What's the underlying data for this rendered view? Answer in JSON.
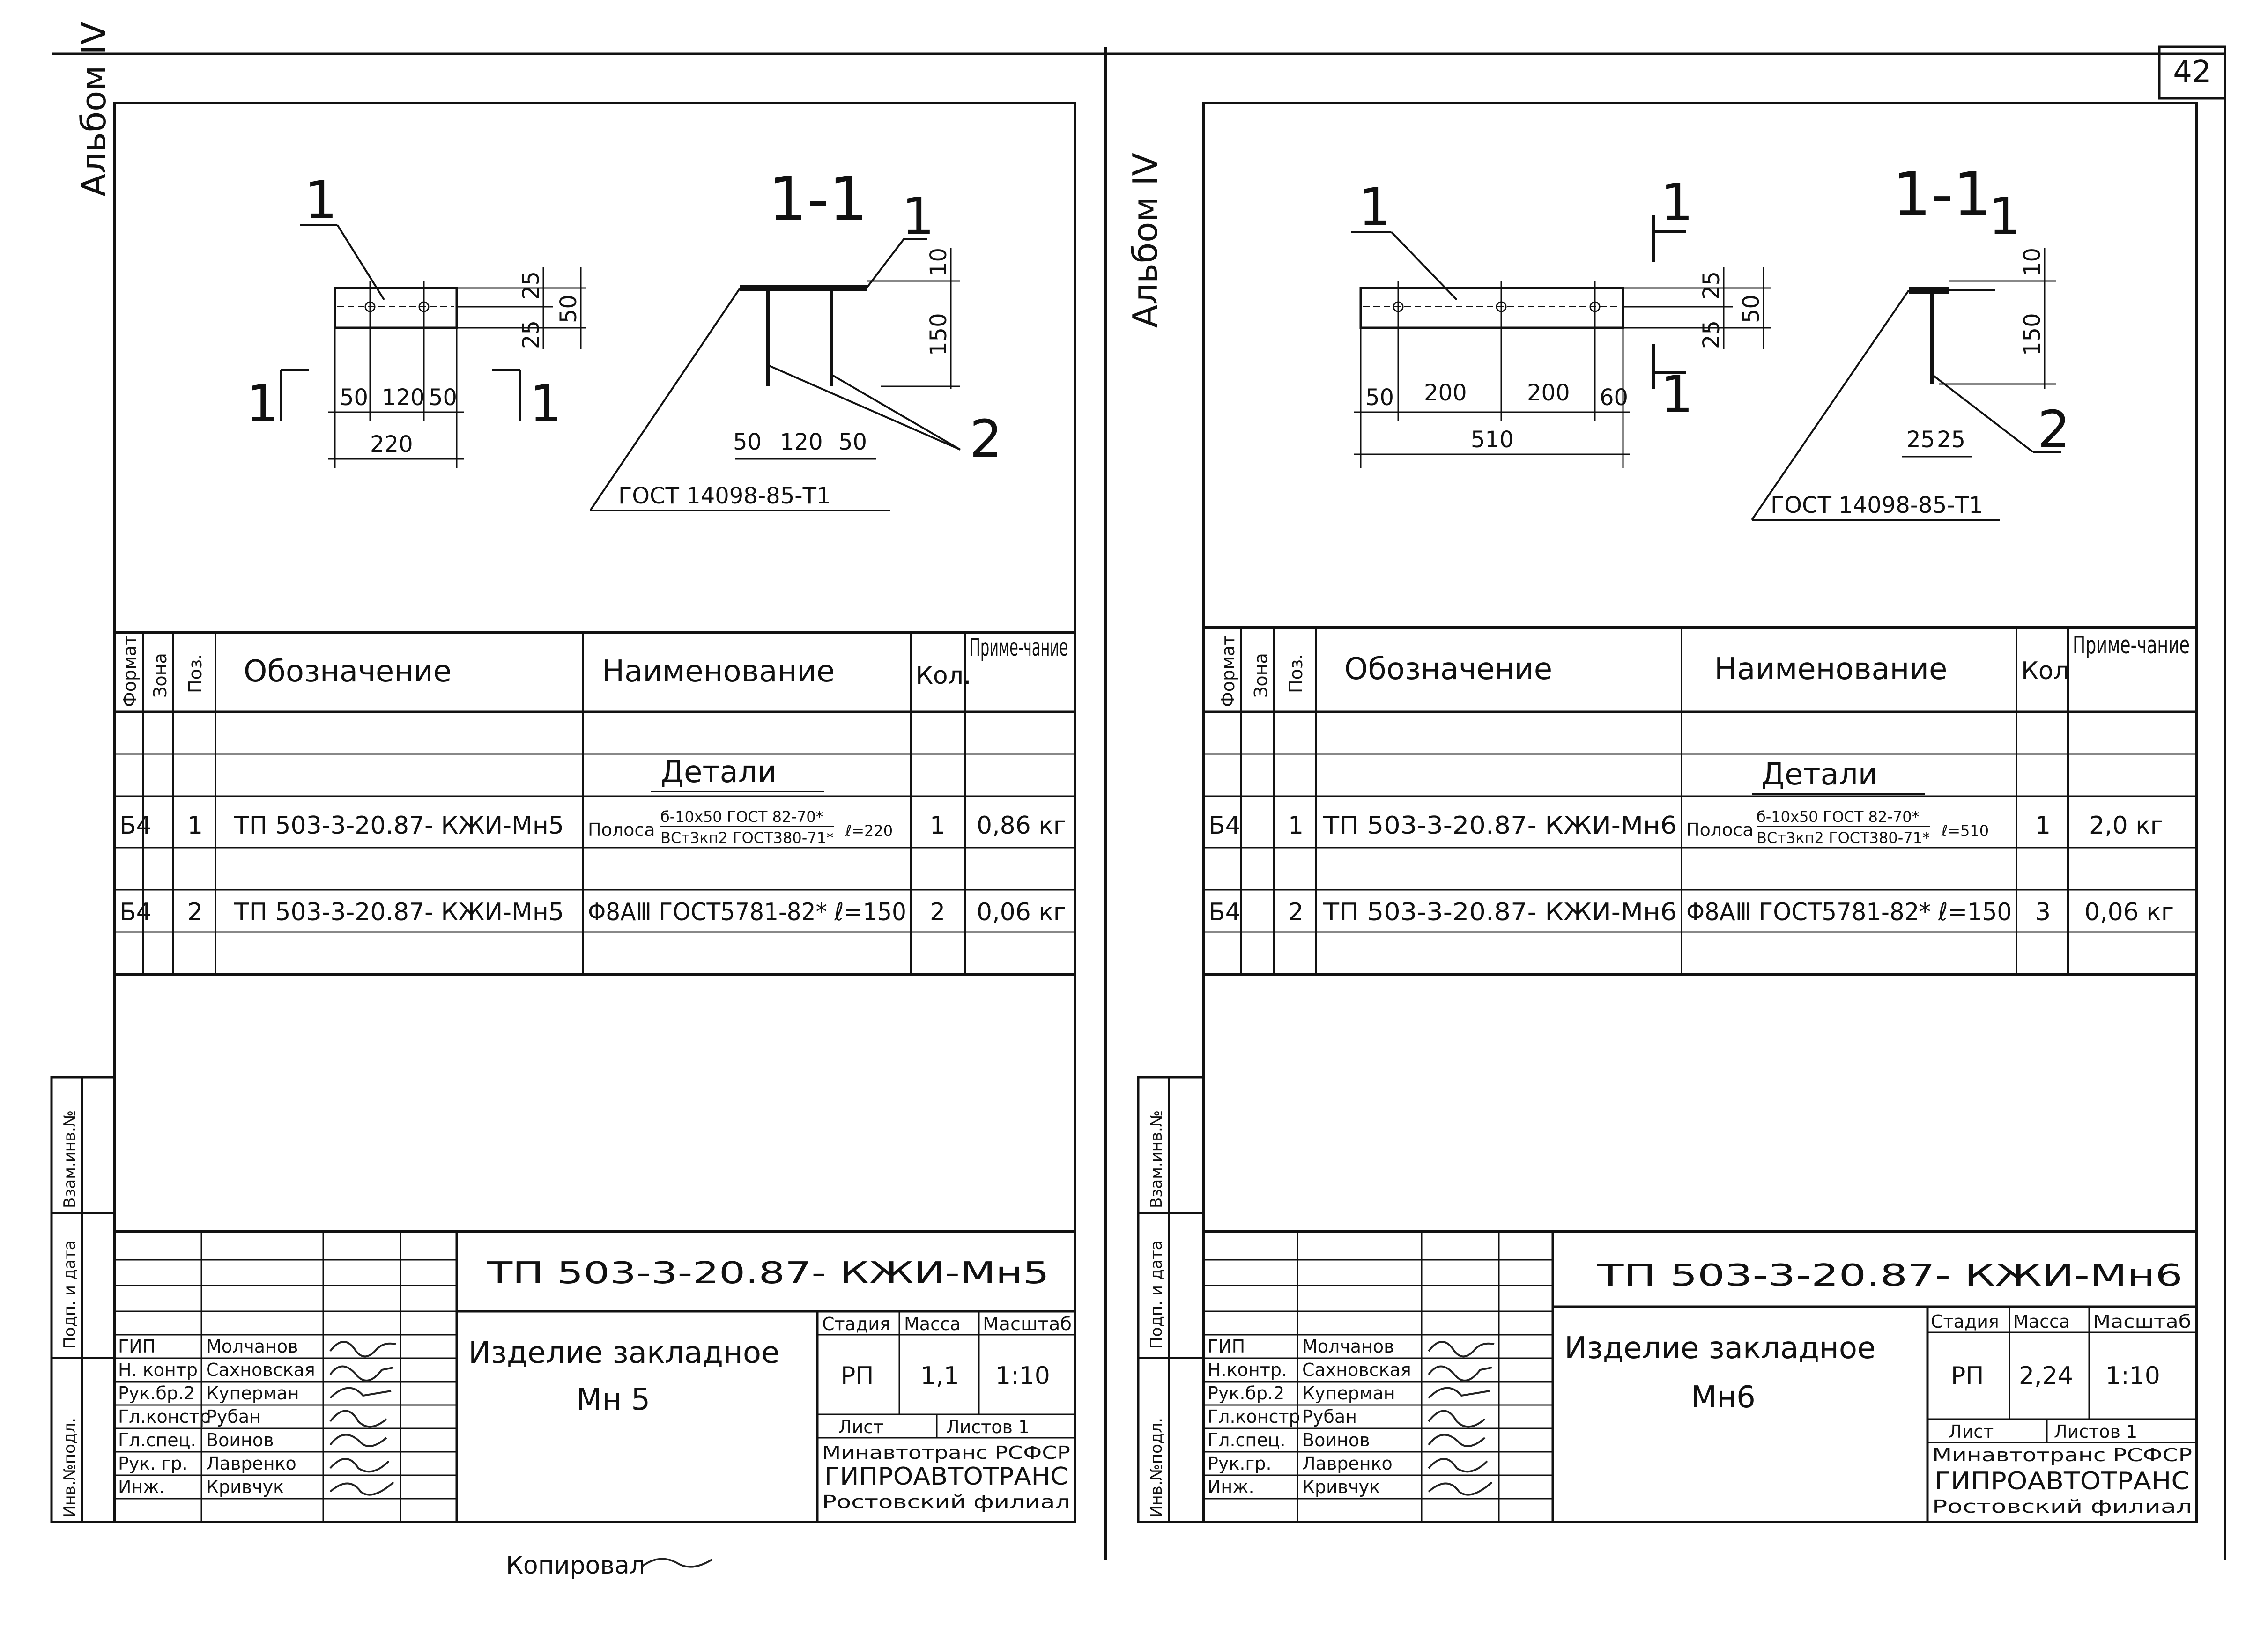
{
  "page_number": "42",
  "note_bottom": "Копировал",
  "sheets": [
    {
      "id": "mn5",
      "album": "Альбом IV",
      "section": "1-1",
      "position_labels": [
        "1",
        "2"
      ],
      "section_marks": [
        "1",
        "1"
      ],
      "dims_plan": {
        "h1": "25",
        "h2": "25",
        "h_total": "50",
        "a": "50",
        "b": "120",
        "c": "50",
        "total": "220"
      },
      "dims_section": {
        "top": "10",
        "height": "150",
        "a": "50",
        "b": "120",
        "c": "50"
      },
      "gost_note": "ГОСТ 14098-85-Т1",
      "spec_headers": {
        "format": "Формат",
        "zone": "Зона",
        "pos": "Поз.",
        "designation": "Обозначение",
        "name": "Наименование",
        "qty": "Кол.",
        "note": "Приме-чание"
      },
      "spec_section": "Детали",
      "rows": [
        {
          "format": "Б4",
          "pos": "1",
          "designation": "ТП 503-3-20.87- КЖИ-Мн5",
          "name_prefix": "Полоса",
          "name_top": "б-10х50 ГОСТ 82-70*",
          "name_bottom": "ВСт3кп2 ГОСТ380-71*",
          "name_suffix": "ℓ=220",
          "qty": "1",
          "note": "0,86 кг"
        },
        {
          "format": "Б4",
          "pos": "2",
          "designation": "ТП 503-3-20.87- КЖИ-Мн5",
          "name": "Φ8АⅢ ГОСТ5781-82* ℓ=150",
          "qty": "2",
          "note": "0,06 кг"
        }
      ],
      "side_labels": [
        "Взам.инв.№",
        "Подп. и дата",
        "Инв.№подл."
      ],
      "title_code": "ТП 503-3-20.87- КЖИ-Мн5",
      "title_name_1": "Изделие закладное",
      "title_name_2": "Мн 5",
      "stage_hdr": "Стадия",
      "mass_hdr": "Масса",
      "scale_hdr": "Масштаб",
      "stage": "РП",
      "mass": "1,1",
      "scale": "1:10",
      "sheet_lbl": "Лист",
      "sheets_lbl": "Листов 1",
      "org_1": "Минавтотранс РСФСР",
      "org_2": "ГИПРОАВТОТРАНС",
      "org_3": "Ростовский филиал",
      "signers": [
        {
          "role": "ГИП",
          "name": "Молчанов"
        },
        {
          "role": "Н. контр",
          "name": "Сахновская"
        },
        {
          "role": "Рук.бр.2",
          "name": "Куперман"
        },
        {
          "role": "Гл.констр",
          "name": "Рубан"
        },
        {
          "role": "Гл.спец.",
          "name": "Воинов"
        },
        {
          "role": "Рук. гр.",
          "name": "Лавренко"
        },
        {
          "role": "Инж.",
          "name": "Кривчук"
        }
      ]
    },
    {
      "id": "mn6",
      "album": "Альбом IV",
      "section": "1-1",
      "position_labels": [
        "1",
        "2"
      ],
      "section_marks": [
        "1",
        "1"
      ],
      "dims_plan": {
        "h1": "25",
        "h2": "25",
        "h_total": "50",
        "a": "50",
        "b": "200",
        "c": "200",
        "d": "60",
        "total": "510"
      },
      "dims_section": {
        "top": "10",
        "height": "150",
        "a": "25",
        "b": "25"
      },
      "gost_note": "ГОСТ 14098-85-Т1",
      "spec_headers": {
        "format": "Формат",
        "zone": "Зона",
        "pos": "Поз.",
        "designation": "Обозначение",
        "name": "Наименование",
        "qty": "Кол",
        "note": "Приме-чание"
      },
      "spec_section": "Детали",
      "rows": [
        {
          "format": "Б4",
          "pos": "1",
          "designation": "ТП 503-3-20.87- КЖИ-Мн6",
          "name_prefix": "Полоса",
          "name_top": "б-10х50 ГОСТ 82-70*",
          "name_bottom": "ВСт3кп2 ГОСТ380-71*",
          "name_suffix": "ℓ=510",
          "qty": "1",
          "note": "2,0 кг"
        },
        {
          "format": "Б4",
          "pos": "2",
          "designation": "ТП 503-3-20.87- КЖИ-Мн6",
          "name": "Φ8АⅢ ГОСТ5781-82* ℓ=150",
          "qty": "3",
          "note": "0,06 кг"
        }
      ],
      "side_labels": [
        "Взам.инв.№",
        "Подп. и дата",
        "Инв.№подл."
      ],
      "title_code": "ТП 503-3-20.87- КЖИ-Мн6",
      "title_name_1": "Изделие закладное",
      "title_name_2": "Мн6",
      "stage_hdr": "Стадия",
      "mass_hdr": "Масса",
      "scale_hdr": "Масштаб",
      "stage": "РП",
      "mass": "2,24",
      "scale": "1:10",
      "sheet_lbl": "Лист",
      "sheets_lbl": "Листов 1",
      "org_1": "Минавтотранс РСФСР",
      "org_2": "ГИПРОАВТОТРАНС",
      "org_3": "Ростовский филиал",
      "signers": [
        {
          "role": "ГИП",
          "name": "Молчанов"
        },
        {
          "role": "Н.контр.",
          "name": "Сахновская"
        },
        {
          "role": "Рук.бр.2",
          "name": "Куперман"
        },
        {
          "role": "Гл.констр",
          "name": "Рубан"
        },
        {
          "role": "Гл.спец.",
          "name": "Воинов"
        },
        {
          "role": "Рук.гр.",
          "name": "Лавренко"
        },
        {
          "role": "Инж.",
          "name": "Кривчук"
        }
      ]
    }
  ]
}
